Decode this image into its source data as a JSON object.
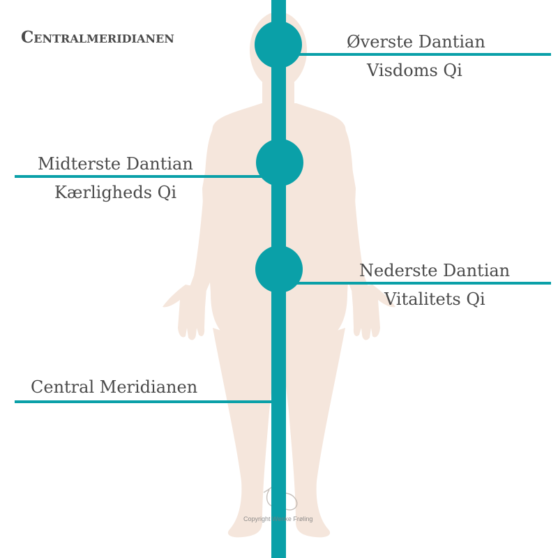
{
  "title": "Centralmeridianen",
  "colors": {
    "meridian": "#0aa0a8",
    "body": "#f5e6dc",
    "text": "#4a4a4a"
  },
  "labels": {
    "upper_dantian": "Øverste Dantian",
    "upper_qi": "Visdoms Qi",
    "middle_dantian": "Midterste Dantian",
    "middle_qi": "Kærligheds Qi",
    "lower_dantian": "Nederste Dantian",
    "lower_qi": "Vitalitets Qi",
    "central_meridian": "Central Meridianen"
  },
  "copyright": "Copyright Wenke Frøling"
}
